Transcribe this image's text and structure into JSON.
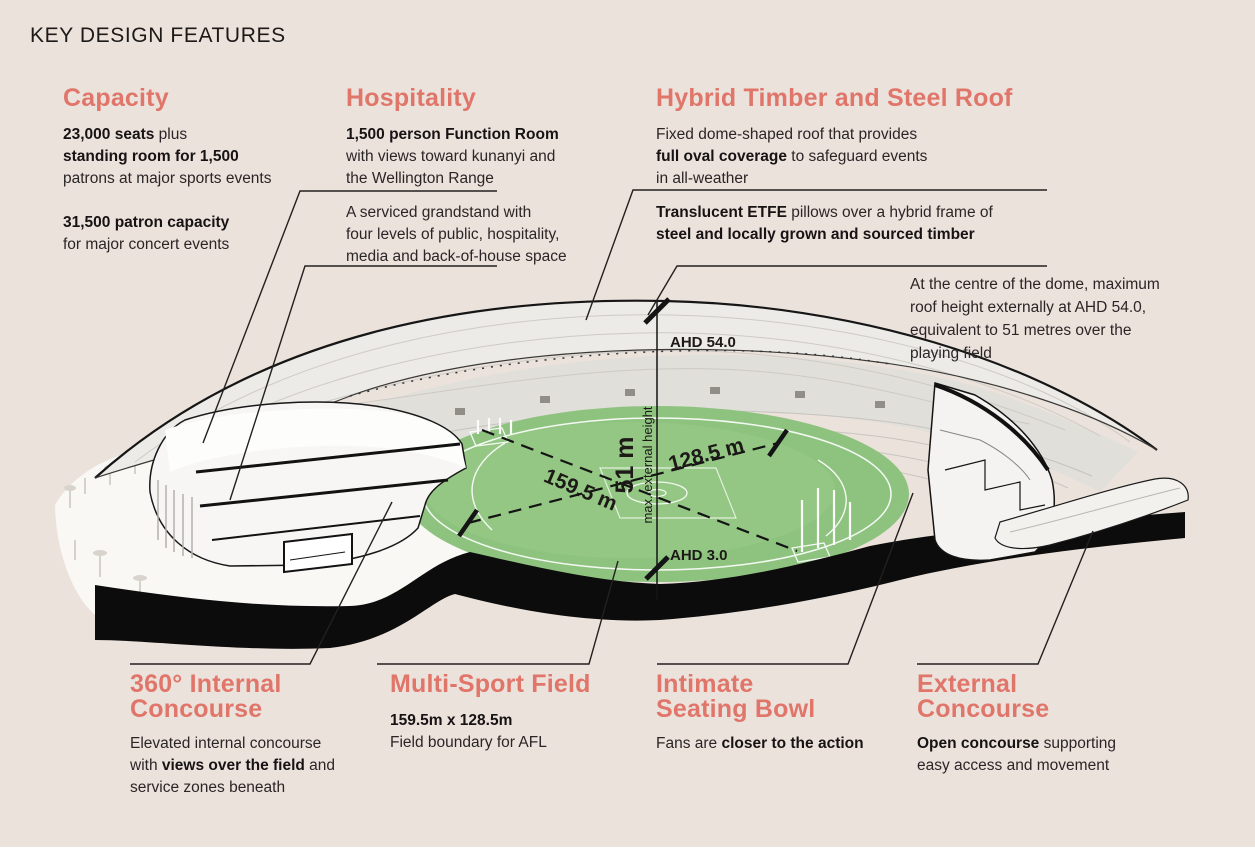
{
  "page": {
    "title": "KEY DESIGN FEATURES",
    "background": "#ece2dc",
    "accent": "#e0756a",
    "ink": "#2a2526"
  },
  "sections": {
    "capacity": {
      "heading": "Capacity",
      "p1": [
        [
          {
            "t": "23,000 seats",
            "b": true
          },
          {
            "t": " plus"
          }
        ],
        [
          {
            "t": "standing room for 1,500",
            "b": true
          }
        ],
        [
          {
            "t": "patrons at major sports events"
          }
        ]
      ],
      "p2": [
        [
          {
            "t": "31,500 patron capacity",
            "b": true
          }
        ],
        [
          {
            "t": "for major concert events"
          }
        ]
      ]
    },
    "hospitality": {
      "heading": "Hospitality",
      "p1": [
        [
          {
            "t": "1,500 person Function Room",
            "b": true
          }
        ],
        [
          {
            "t": "with views toward kunanyi and"
          }
        ],
        [
          {
            "t": "the Wellington Range"
          }
        ]
      ],
      "p2": [
        [
          {
            "t": "A serviced grandstand with"
          }
        ],
        [
          {
            "t": "four levels of public, hospitality,"
          }
        ],
        [
          {
            "t": "media and back-of-house space"
          }
        ]
      ]
    },
    "roof": {
      "heading": "Hybrid Timber and Steel Roof",
      "p1": [
        [
          {
            "t": "Fixed dome-shaped roof that provides"
          }
        ],
        [
          {
            "t": "full oval coverage",
            "b": true
          },
          {
            "t": " to safeguard events"
          }
        ],
        [
          {
            "t": "in all-weather"
          }
        ]
      ],
      "p2": [
        [
          {
            "t": "Translucent ETFE",
            "b": true
          },
          {
            "t": " pillows over a hybrid frame of"
          }
        ],
        [
          {
            "t": "steel and locally grown and sourced timber",
            "b": true
          }
        ]
      ],
      "p3": [
        [
          {
            "t": "At the centre of the dome, maximum"
          }
        ],
        [
          {
            "t": "roof height externally at AHD 54.0,"
          }
        ],
        [
          {
            "t": "equivalent to 51 metres over the"
          }
        ],
        [
          {
            "t": "playing field"
          }
        ]
      ]
    },
    "internal": {
      "heading": "360° Internal\nConcourse",
      "p1": [
        [
          {
            "t": "Elevated internal concourse"
          }
        ],
        [
          {
            "t": "with "
          },
          {
            "t": "views over the field",
            "b": true
          },
          {
            "t": " and"
          }
        ],
        [
          {
            "t": "service zones beneath"
          }
        ]
      ]
    },
    "field": {
      "heading": "Multi-Sport Field",
      "p1": [
        [
          {
            "t": "159.5m x 128.5m",
            "b": true
          }
        ],
        [
          {
            "t": "Field boundary for AFL"
          }
        ]
      ]
    },
    "seating": {
      "heading": "Intimate\nSeating Bowl",
      "p1": [
        [
          {
            "t": "Fans are "
          },
          {
            "t": "closer to the action",
            "b": true
          }
        ]
      ]
    },
    "external": {
      "heading": "External\nConcourse",
      "p1": [
        [
          {
            "t": "Open concourse",
            "b": true
          },
          {
            "t": " supporting"
          }
        ],
        [
          {
            "t": "easy access and movement"
          }
        ]
      ]
    }
  },
  "diagram": {
    "ahd_top": "AHD 54.0",
    "ahd_bottom": "AHD 3.0",
    "height": "51 m",
    "height_note": "max. external height",
    "length": "159.5 m",
    "width": "128.5 m",
    "field_color": "#8ec37f",
    "roof_color": "#edebe7"
  }
}
